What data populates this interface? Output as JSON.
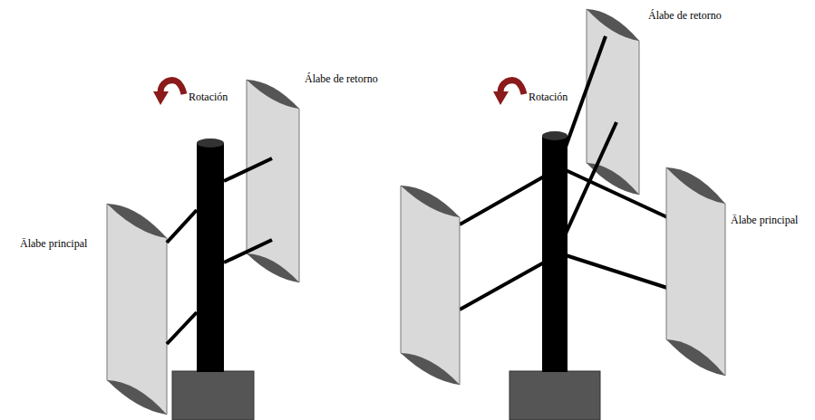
{
  "diagram": {
    "labels": [
      "Rotación",
      "Álabe de retorno",
      "Ālabe principal",
      "Rotación",
      "Álabe de retorno",
      "Ālabe principal"
    ]
  }
}
